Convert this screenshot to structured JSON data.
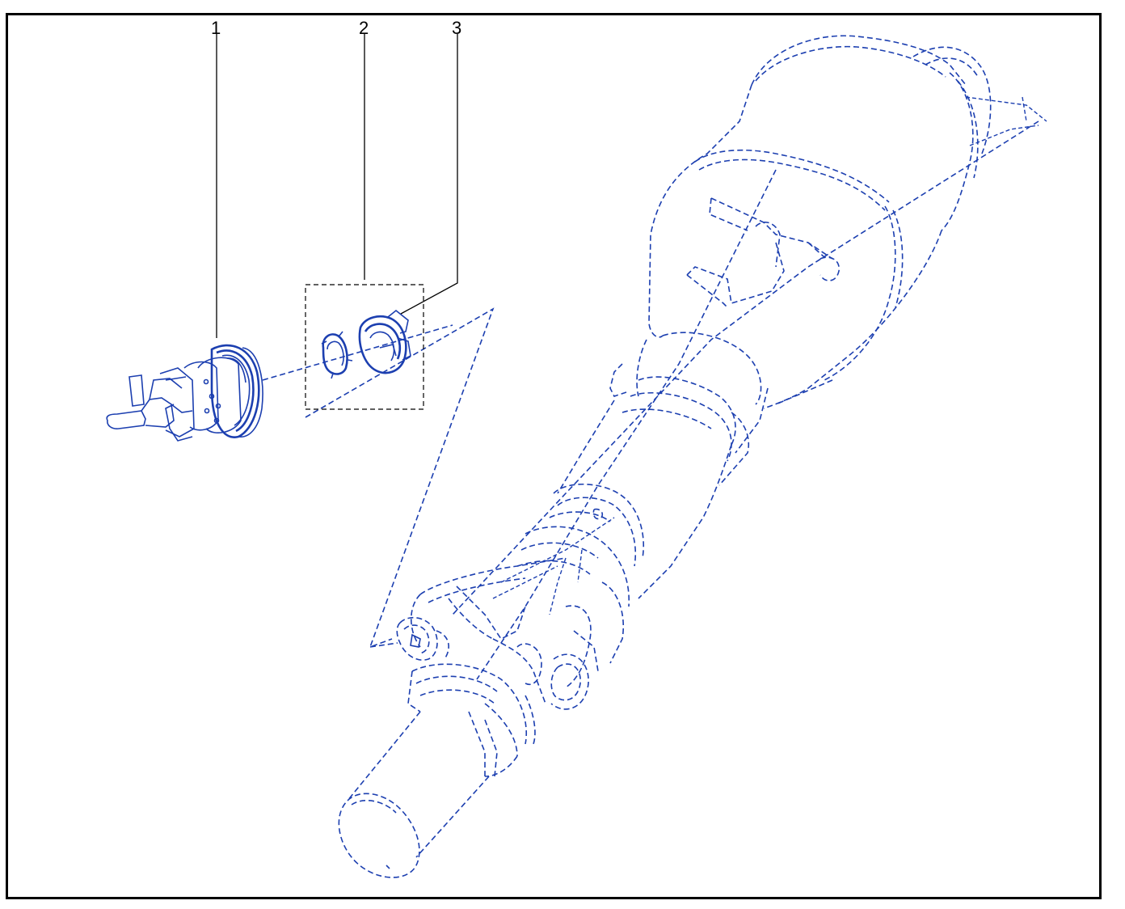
{
  "callouts": [
    {
      "id": "1",
      "label": "1"
    },
    {
      "id": "2",
      "label": "2"
    },
    {
      "id": "3",
      "label": "3"
    }
  ],
  "colors": {
    "line_art": "#1c3fb0",
    "leaders": "#000000",
    "border": "#000000",
    "background": "#ffffff"
  }
}
